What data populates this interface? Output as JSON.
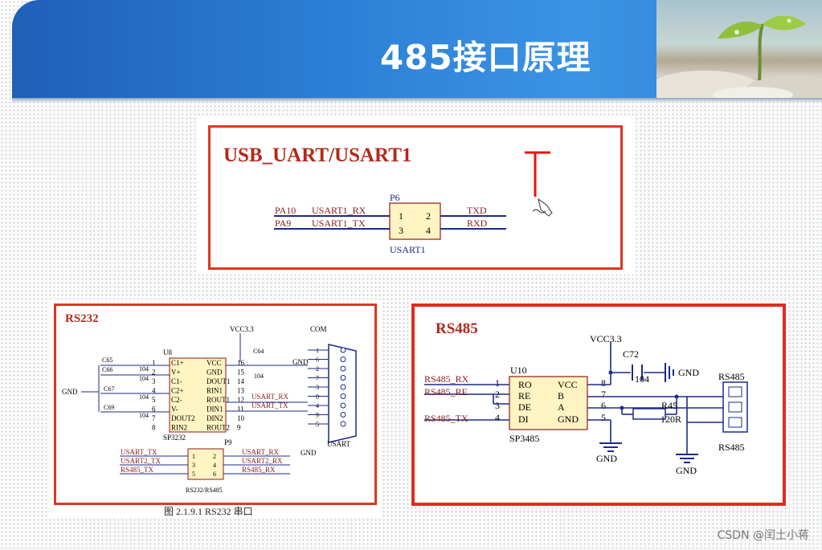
{
  "header": {
    "title": "485接口原理"
  },
  "usart_panel": {
    "heading": "USB_UART/USART1",
    "connector": {
      "ref": "P6",
      "name": "USART1",
      "pins": [
        "1",
        "2",
        "3",
        "4"
      ]
    },
    "left_pins": [
      "PA10",
      "PA9"
    ],
    "left_nets": [
      "USART1_RX",
      "USART1_TX"
    ],
    "right_nets": [
      "TXD",
      "RXD"
    ]
  },
  "rs232_panel": {
    "heading": "RS232",
    "vcc": "VCC3.3",
    "com": "COM",
    "gnd": "GND",
    "chip": {
      "ref": "U8",
      "name": "SP3232",
      "left_pins": [
        "C1+",
        "V+",
        "C1-",
        "C2+",
        "C2-",
        "V-",
        "DOUT2",
        "RIN2"
      ],
      "left_nums": [
        "1",
        "2",
        "3",
        "4",
        "5",
        "6",
        "7",
        "8"
      ],
      "right_pins": [
        "VCC",
        "GND",
        "DOUT1",
        "RIN1",
        "ROUT1",
        "DIN1",
        "DIN2",
        "ROUT2"
      ],
      "right_nums": [
        "16",
        "15",
        "14",
        "13",
        "12",
        "11",
        "10",
        "9"
      ]
    },
    "caps": [
      "C65",
      "C66",
      "C67",
      "C69",
      "C64"
    ],
    "cap_values": [
      "104",
      "104",
      "104",
      "104",
      "104"
    ],
    "nets": [
      "USART_RX",
      "USART_TX"
    ],
    "db9": {
      "name": "USART",
      "pins": [
        "1",
        "6",
        "2",
        "7",
        "3",
        "8",
        "4",
        "9",
        "5"
      ]
    },
    "p9": {
      "ref": "P9",
      "name": "RS232/RS485",
      "left": [
        "USART_TX",
        "USART2_TX",
        "RS485_TX"
      ],
      "right": [
        "USART_RX",
        "USART2_RX",
        "RS485_RX"
      ],
      "pins": [
        "1",
        "2",
        "3",
        "4",
        "5",
        "6"
      ]
    },
    "caption": "图 2.1.9.1 RS232 串口"
  },
  "rs485_panel": {
    "heading": "RS485",
    "vcc": "VCC3.3",
    "cap": {
      "ref": "C72",
      "value": "104"
    },
    "gnd": "GND",
    "chip": {
      "ref": "U10",
      "name": "SP3485",
      "left_pins": [
        "RO",
        "RE",
        "DE",
        "DI"
      ],
      "left_nums": [
        "1",
        "2",
        "3",
        "4"
      ],
      "right_pins": [
        "VCC",
        "B",
        "A",
        "GND"
      ],
      "right_nums": [
        "8",
        "7",
        "6",
        "5"
      ]
    },
    "nets": [
      "RS485_RX",
      "RS485_RE",
      "RS485_TX"
    ],
    "resistor": {
      "ref": "R45",
      "value": "120R"
    },
    "terminal": {
      "top": "RS485",
      "bottom": "RS485"
    }
  },
  "watermark": "CSDN @闰土小蒋",
  "colors": {
    "frame": "#d93a22",
    "wire": "#1b2a8a",
    "net": "#8b1a1a",
    "chip_fill": "#fff4c2",
    "header": "#2c7fd6"
  }
}
